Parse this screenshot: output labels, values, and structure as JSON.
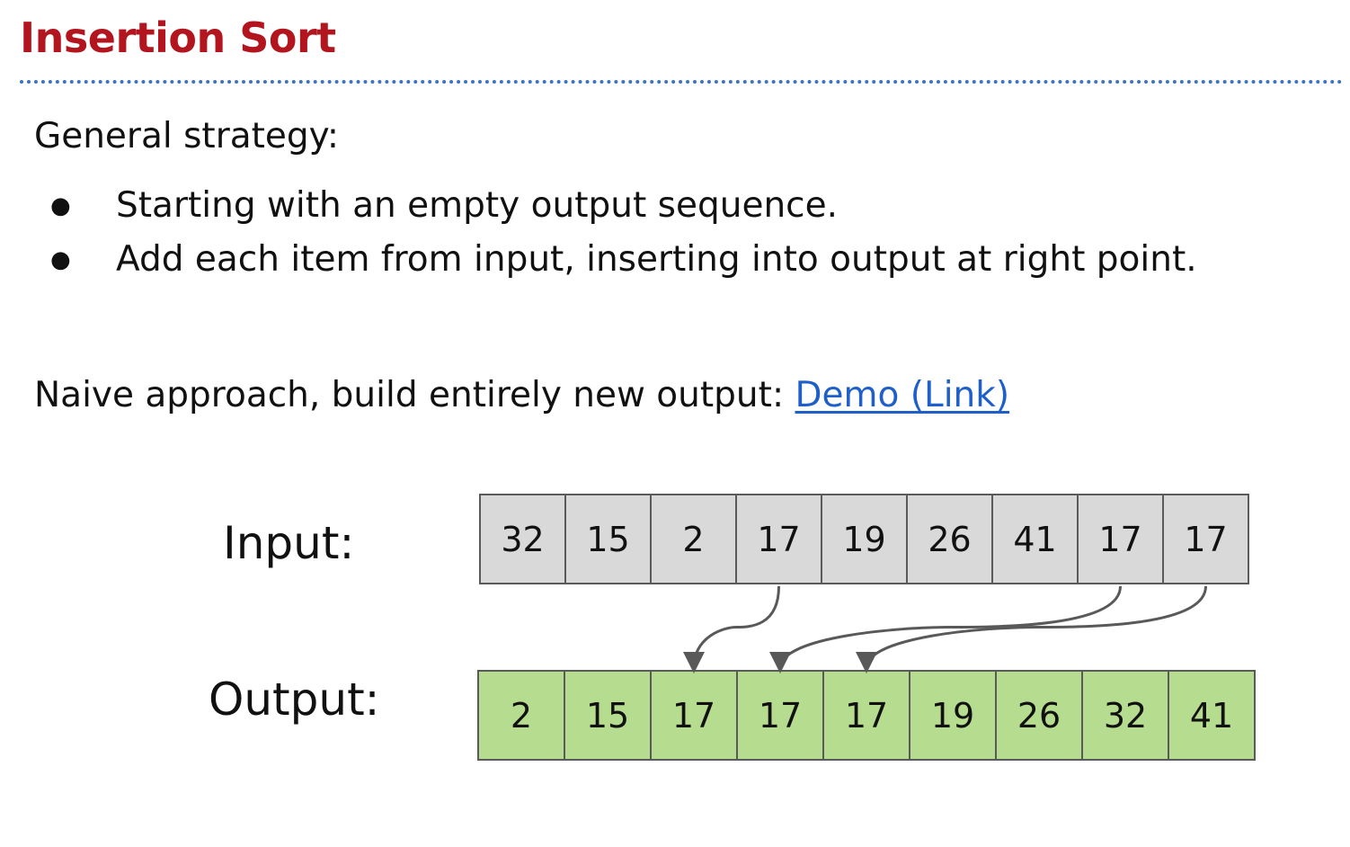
{
  "slide": {
    "title": "Insertion Sort",
    "strategy_heading": "General strategy:",
    "bullets": [
      "Starting with an empty output sequence.",
      "Add each item from input, inserting into output at right point."
    ],
    "naive_text": "Naive approach, build entirely new output: ",
    "demo_link": "Demo (Link)"
  },
  "diagram": {
    "input_label": "Input:",
    "output_label": "Output:",
    "input_values": [
      "32",
      "15",
      "2",
      "17",
      "19",
      "26",
      "41",
      "17",
      "17"
    ],
    "output_values": [
      "2",
      "15",
      "17",
      "17",
      "17",
      "19",
      "26",
      "32",
      "41"
    ],
    "arrows": [
      {
        "from_input_index": 3,
        "to_output_index": 2
      },
      {
        "from_input_index": 7,
        "to_output_index": 3
      },
      {
        "from_input_index": 8,
        "to_output_index": 4
      }
    ]
  },
  "colors": {
    "title": "#b3151f",
    "rule": "#3d73c5",
    "link": "#1f5fc9",
    "input_cell": "#d9d9d9",
    "output_cell": "#b6dc8f",
    "arrow": "#595959"
  }
}
